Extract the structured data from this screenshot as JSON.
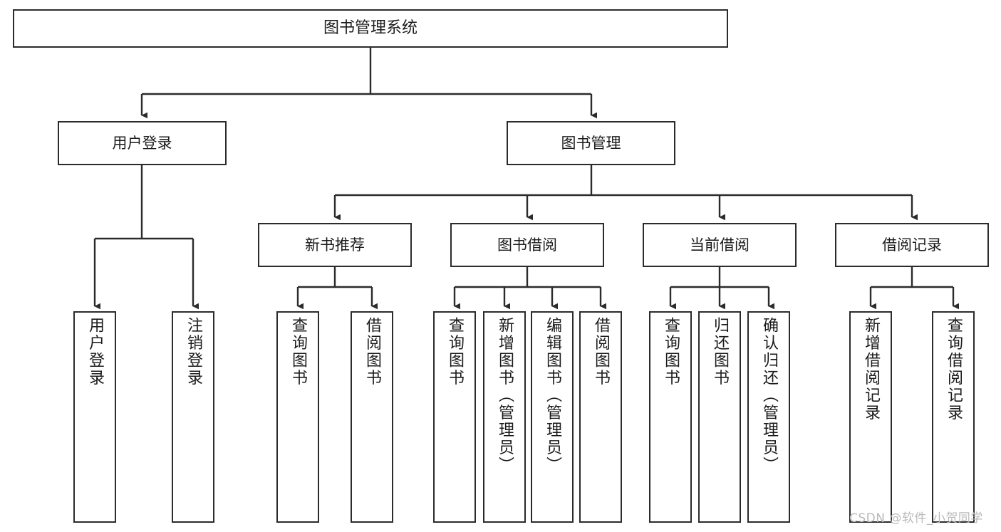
{
  "diagram": {
    "title": "图书管理系统",
    "type": "tree-structure-chart",
    "nodes": {
      "root": {
        "label": "图书管理系统"
      },
      "level2": [
        {
          "id": "user-login",
          "label": "用户登录"
        },
        {
          "id": "book-management",
          "label": "图书管理"
        }
      ],
      "level3": [
        {
          "id": "new-book-recommend",
          "label": "新书推荐"
        },
        {
          "id": "book-borrow",
          "label": "图书借阅"
        },
        {
          "id": "current-borrow",
          "label": "当前借阅"
        },
        {
          "id": "borrow-record",
          "label": "借阅记录"
        }
      ],
      "leaves": [
        {
          "id": "leaf-user-login",
          "label": "用户登录"
        },
        {
          "id": "leaf-logout-login",
          "label": "注销登录"
        },
        {
          "id": "leaf-query-book-1",
          "label": "查询图书"
        },
        {
          "id": "leaf-borrow-book-1",
          "label": "借阅图书"
        },
        {
          "id": "leaf-query-book-2",
          "label": "查询图书"
        },
        {
          "id": "leaf-add-book",
          "label": "新增图书（管理员）"
        },
        {
          "id": "leaf-edit-book",
          "label": "编辑图书（管理员）"
        },
        {
          "id": "leaf-borrow-book-2",
          "label": "借阅图书"
        },
        {
          "id": "leaf-query-book-3",
          "label": "查询图书"
        },
        {
          "id": "leaf-return-book",
          "label": "归还图书"
        },
        {
          "id": "leaf-confirm-return",
          "label": "确认归还（管理员）"
        },
        {
          "id": "leaf-add-borrow-record",
          "label": "新增借阅记录"
        },
        {
          "id": "leaf-query-borrow-record",
          "label": "查询借阅记录"
        }
      ]
    },
    "colors": {
      "stroke": "#2b2b2b",
      "fill": "#ffffff",
      "text": "#1b1b1b",
      "watermark": "#b9b9b9"
    }
  },
  "watermark": {
    "text": "CSDN @软件_小贺同学"
  }
}
